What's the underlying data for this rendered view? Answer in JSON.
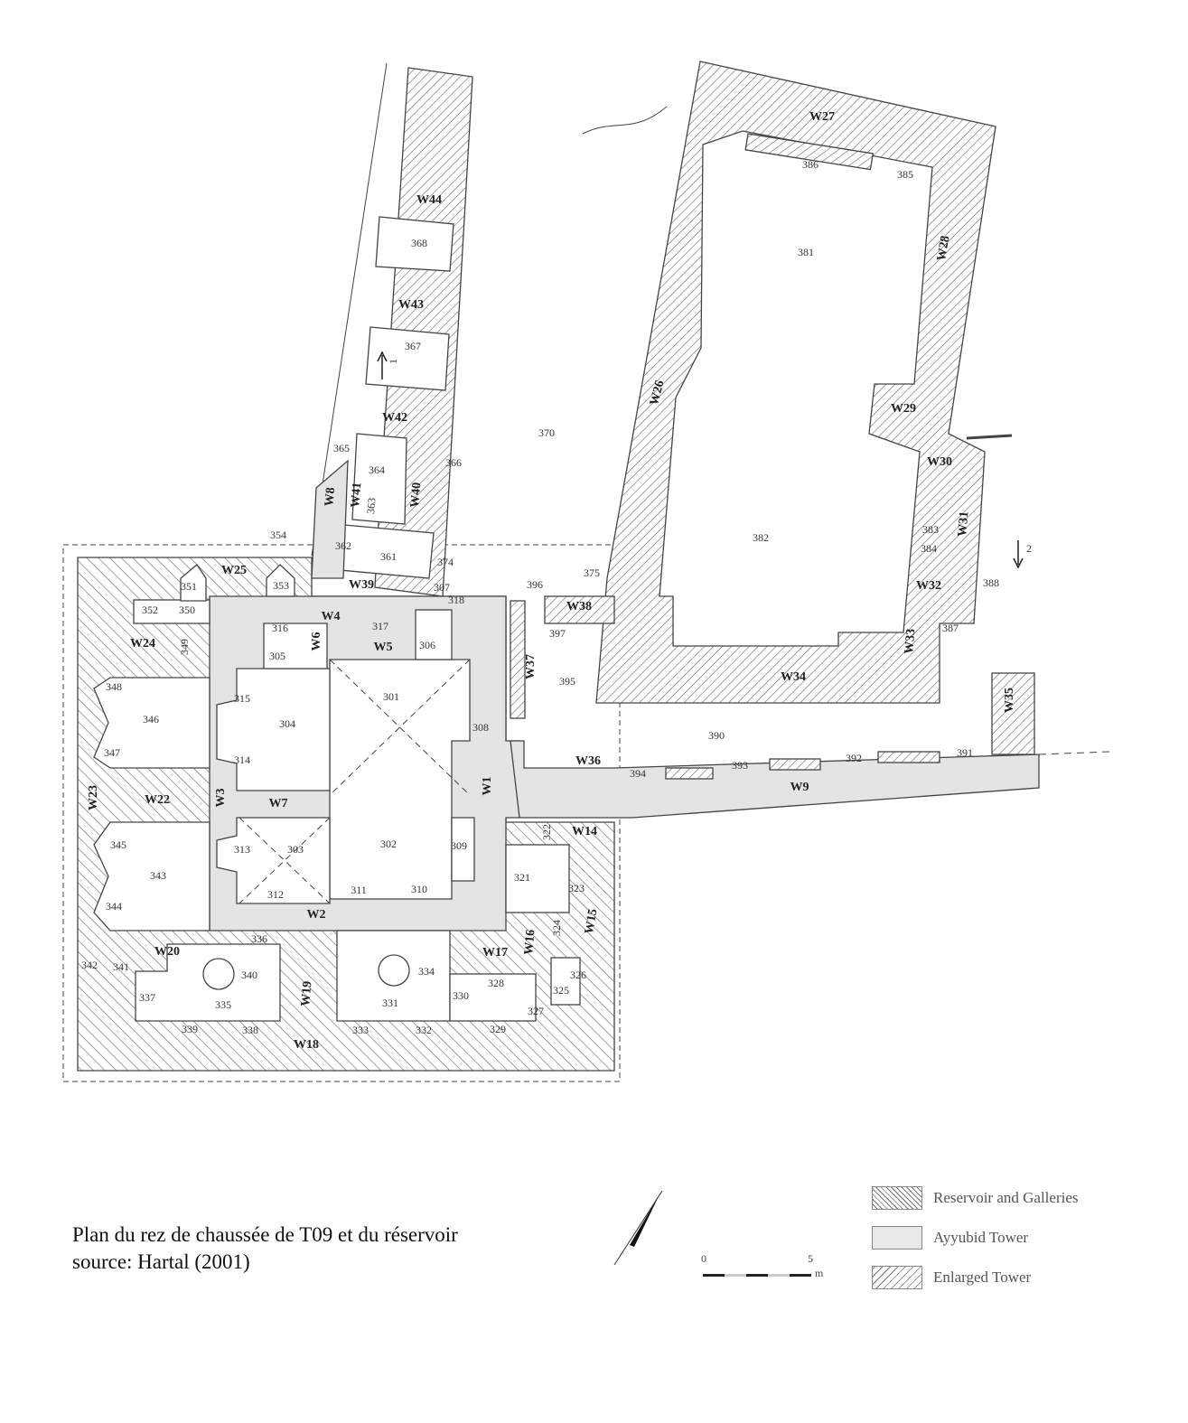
{
  "caption": {
    "line1": "Plan du rez de chaussée de T09 et du réservoir",
    "line2": "source: Hartal (2001)"
  },
  "legend": [
    {
      "label": "Reservoir and Galleries",
      "pattern": "diagonal-hatch"
    },
    {
      "label": "Ayyubid Tower",
      "pattern": "light-grey"
    },
    {
      "label": "Enlarged Tower",
      "pattern": "wide-diagonal-hatch"
    }
  ],
  "scale_bar": {
    "start": "0",
    "end": "5",
    "unit": "m"
  },
  "north_arrow": "north-arrow-icon",
  "section_markers": [
    "1",
    "2"
  ],
  "colors": {
    "ayyubid": "#e4e4e4",
    "line": "#444444"
  },
  "labels": [
    "W27",
    "386",
    "385",
    "381",
    "W28",
    "W26",
    "W29",
    "370",
    "382",
    "W30",
    "383",
    "384",
    "W31",
    "388",
    "W32",
    "387",
    "W33",
    "W34",
    "W35",
    "390",
    "391",
    "392",
    "393",
    "394",
    "W9",
    "W36",
    "W44",
    "368",
    "W43",
    "367",
    "W42",
    "365",
    "364",
    "366",
    "W8",
    "W41",
    "363",
    "W40",
    "354",
    "362",
    "361",
    "374",
    "375",
    "396",
    "W25",
    "351",
    "353",
    "W39",
    "307",
    "318",
    "W38",
    "352",
    "350",
    "W4",
    "316",
    "317",
    "397",
    "W24",
    "349",
    "W6",
    "W5",
    "306",
    "305",
    "W37",
    "395",
    "348",
    "315",
    "301",
    "346",
    "304",
    "308",
    "347",
    "314",
    "W23",
    "W22",
    "W3",
    "W7",
    "W1",
    "345",
    "313",
    "303",
    "302",
    "309",
    "W14",
    "322",
    "343",
    "321",
    "323",
    "312",
    "311",
    "310",
    "344",
    "W2",
    "W15",
    "324",
    "W16",
    "336",
    "W20",
    "W17",
    "342",
    "341",
    "340",
    "334",
    "326",
    "W19",
    "328",
    "337",
    "335",
    "331",
    "330",
    "325",
    "327",
    "339",
    "338",
    "333",
    "332",
    "329",
    "W18"
  ]
}
